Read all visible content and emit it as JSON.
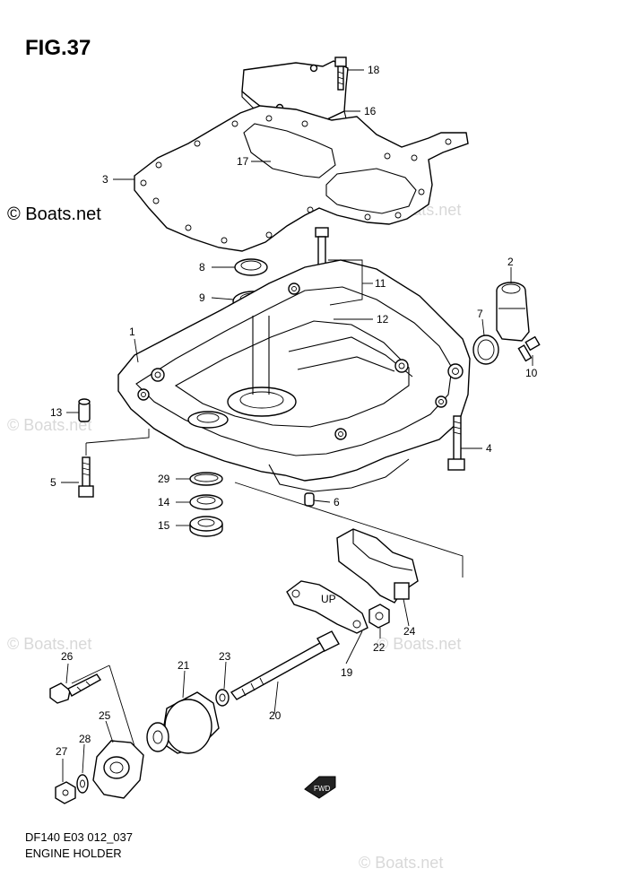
{
  "figure_title": "FIG.37",
  "watermark_primary": "© Boats.net",
  "watermark_faint": "© Boats.net",
  "footer": {
    "code": "DF140 E03 012_037",
    "name": "ENGINE HOLDER"
  },
  "fwd_label": "FWD",
  "gasket_marking": "UP",
  "callouts": [
    {
      "id": "c1",
      "label": "1"
    },
    {
      "id": "c2",
      "label": "2"
    },
    {
      "id": "c3",
      "label": "3"
    },
    {
      "id": "c4",
      "label": "4"
    },
    {
      "id": "c5",
      "label": "5"
    },
    {
      "id": "c6",
      "label": "6"
    },
    {
      "id": "c7",
      "label": "7"
    },
    {
      "id": "c8",
      "label": "8"
    },
    {
      "id": "c9",
      "label": "9"
    },
    {
      "id": "c10",
      "label": "10"
    },
    {
      "id": "c11",
      "label": "11"
    },
    {
      "id": "c12",
      "label": "12"
    },
    {
      "id": "c13",
      "label": "13"
    },
    {
      "id": "c14",
      "label": "14"
    },
    {
      "id": "c15",
      "label": "15"
    },
    {
      "id": "c16",
      "label": "16"
    },
    {
      "id": "c17",
      "label": "17"
    },
    {
      "id": "c18",
      "label": "18"
    },
    {
      "id": "c19",
      "label": "19"
    },
    {
      "id": "c20",
      "label": "20"
    },
    {
      "id": "c21",
      "label": "21"
    },
    {
      "id": "c22",
      "label": "22"
    },
    {
      "id": "c23",
      "label": "23"
    },
    {
      "id": "c24",
      "label": "24"
    },
    {
      "id": "c25",
      "label": "25"
    },
    {
      "id": "c26",
      "label": "26"
    },
    {
      "id": "c27",
      "label": "27"
    },
    {
      "id": "c28",
      "label": "28"
    },
    {
      "id": "c29",
      "label": "29"
    }
  ]
}
